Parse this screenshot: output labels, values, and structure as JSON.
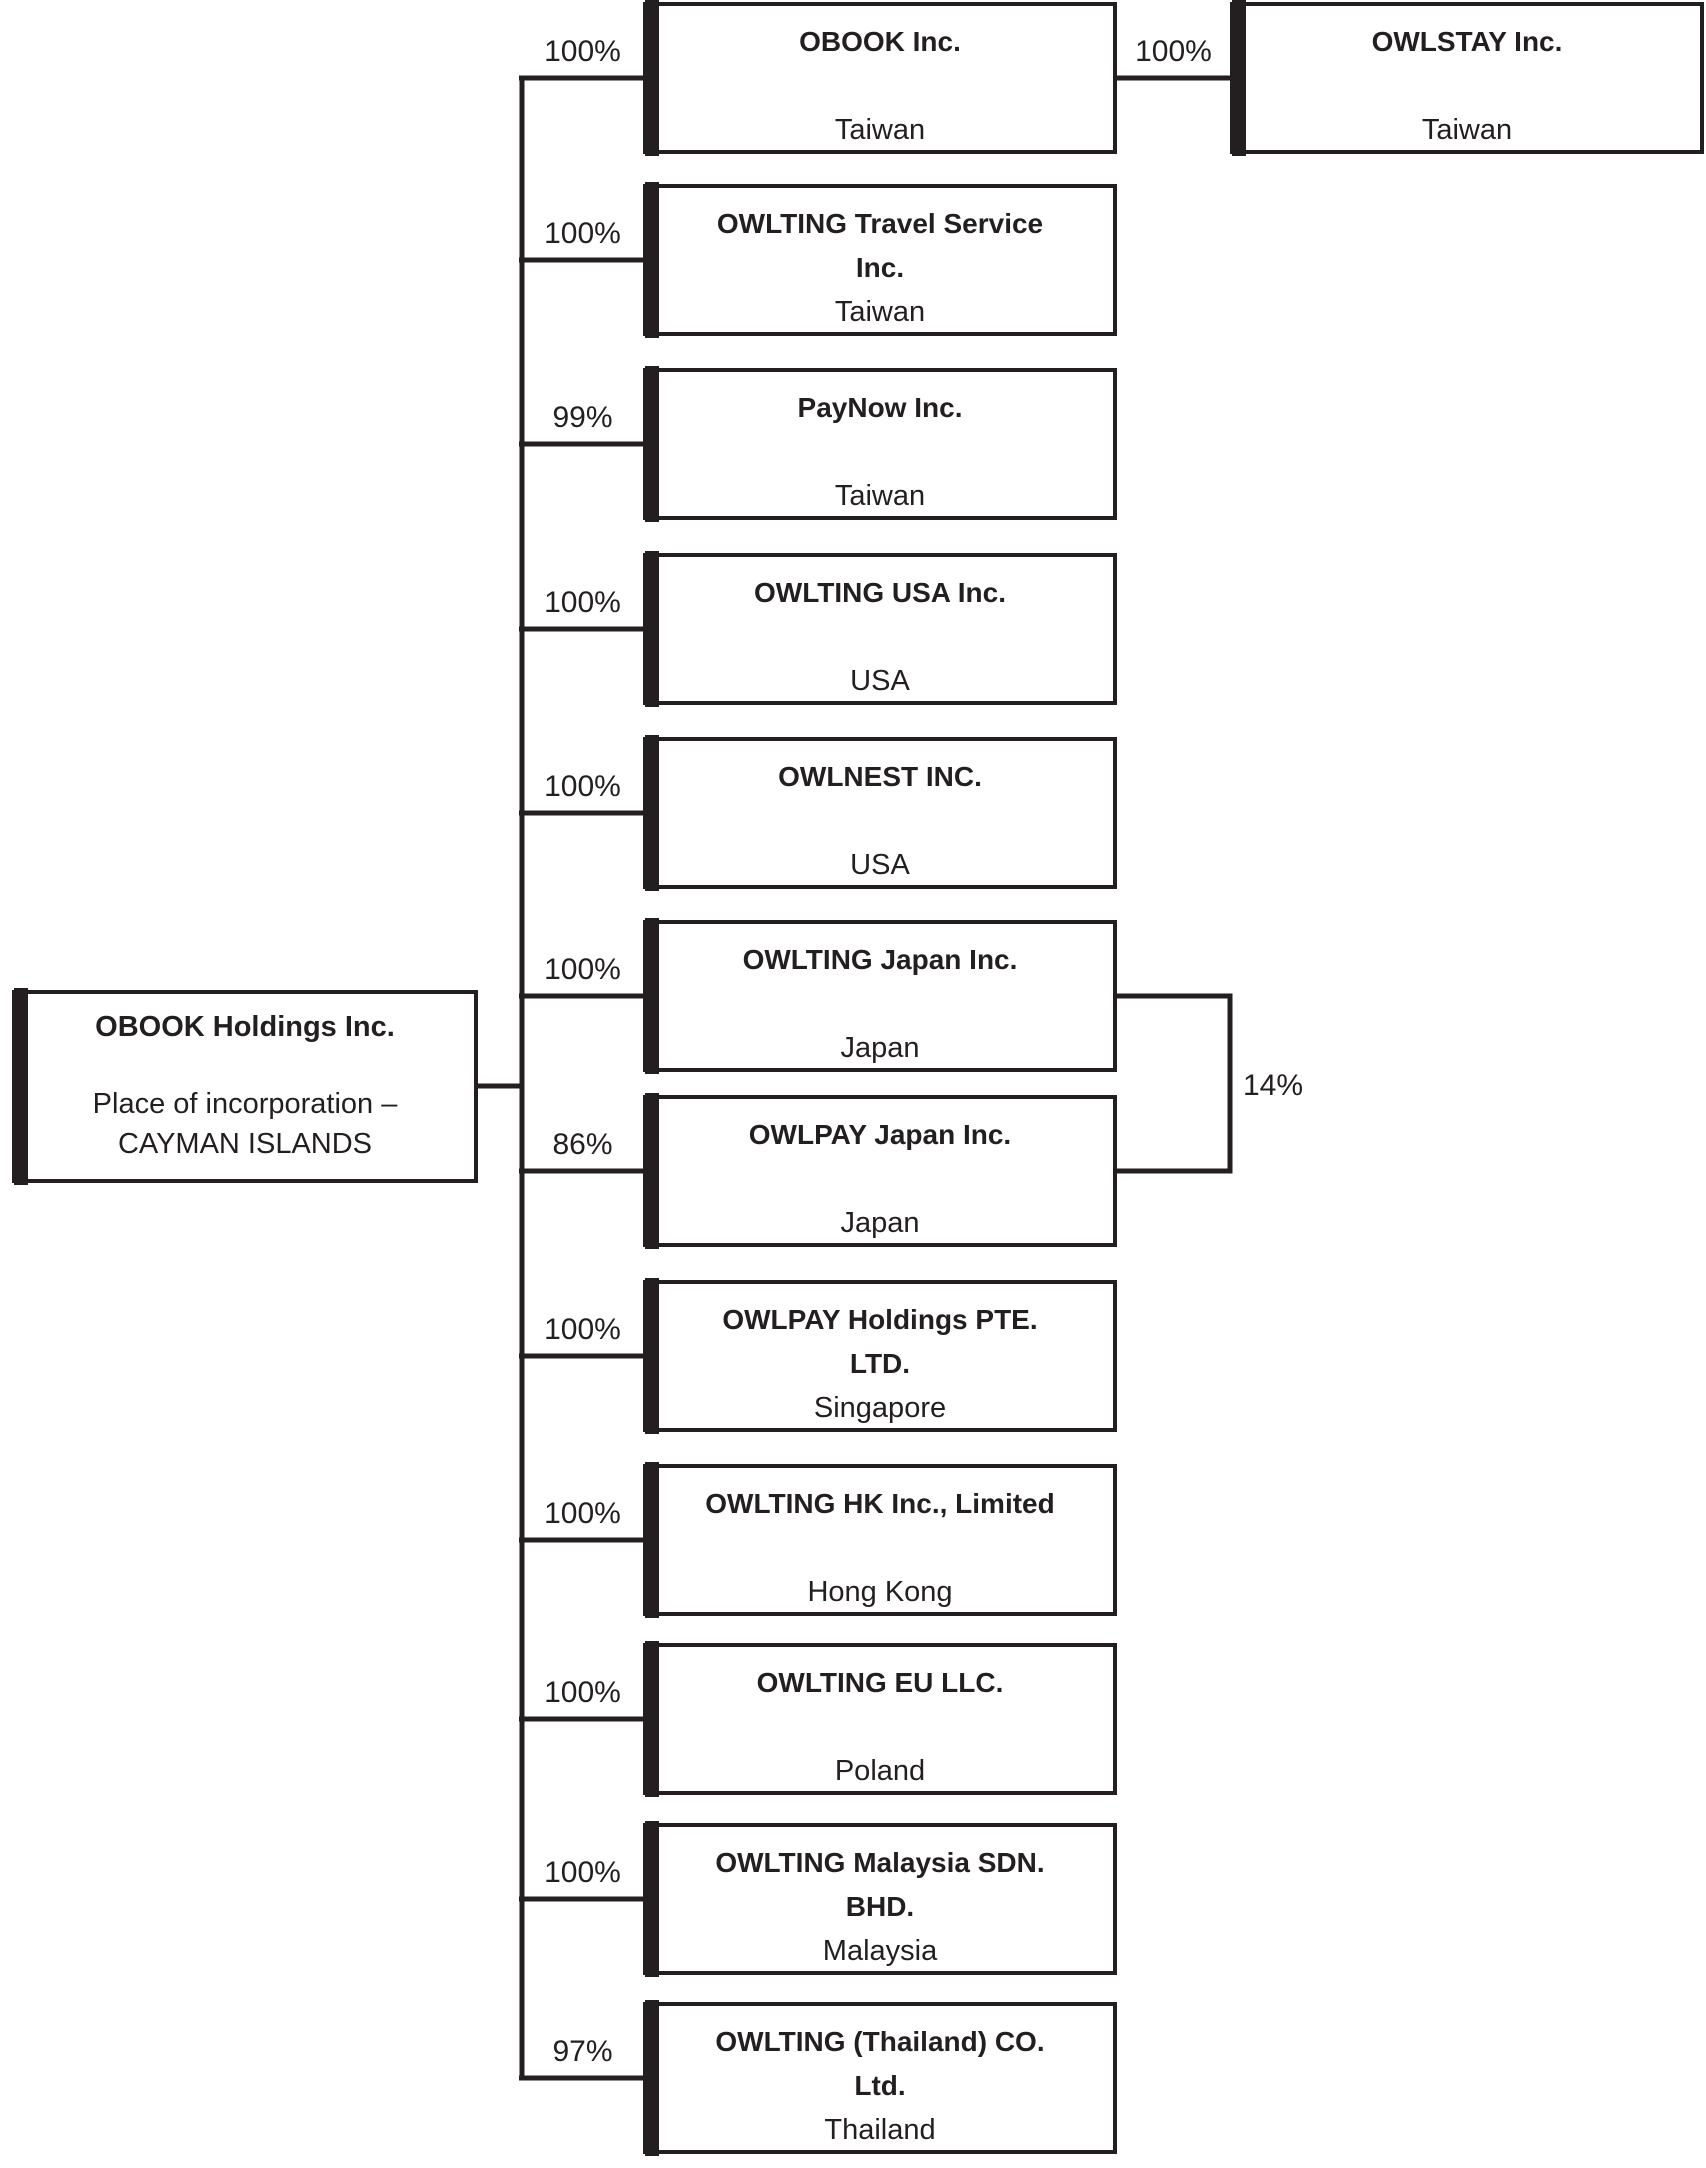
{
  "page": {
    "background": "#ffffff",
    "line_color": "#231f20"
  },
  "org_chart": {
    "root": {
      "name": "OBOOK Holdings Inc.",
      "description_line1": "Place of incorporation –",
      "description_line2": "CAYMAN ISLANDS"
    },
    "subsidiaries": [
      {
        "name": "OBOOK Inc.",
        "country": "Taiwan",
        "ownership": "100%"
      },
      {
        "name": "OWLTING Travel Service\nInc.",
        "country": "Taiwan",
        "ownership": "100%"
      },
      {
        "name": "PayNow Inc.",
        "country": "Taiwan",
        "ownership": "99%"
      },
      {
        "name": "OWLTING USA Inc.",
        "country": "USA",
        "ownership": "100%"
      },
      {
        "name": "OWLNEST INC.",
        "country": "USA",
        "ownership": "100%"
      },
      {
        "name": "OWLTING Japan Inc.",
        "country": "Japan",
        "ownership": "100%"
      },
      {
        "name": "OWLPAY Japan Inc.",
        "country": "Japan",
        "ownership": "86%"
      },
      {
        "name": "OWLPAY Holdings PTE.\nLTD.",
        "country": "Singapore",
        "ownership": "100%"
      },
      {
        "name": "OWLTING HK Inc., Limited",
        "country": "Hong Kong",
        "ownership": "100%"
      },
      {
        "name": "OWLTING EU LLC.",
        "country": "Poland",
        "ownership": "100%"
      },
      {
        "name": "OWLTING Malaysia SDN.\nBHD.",
        "country": "Malaysia",
        "ownership": "100%"
      },
      {
        "name": "OWLTING (Thailand) CO.\nLtd.",
        "country": "Thailand",
        "ownership": "97%"
      }
    ],
    "sub_subsidiary": {
      "parent": "OBOOK Inc.",
      "name": "OWLSTAY Inc.",
      "country": "Taiwan",
      "ownership": "100%"
    },
    "cross_ownership": {
      "owner": "OWLTING Japan Inc.",
      "owned": "OWLPAY Japan Inc.",
      "ownership": "14%"
    }
  }
}
